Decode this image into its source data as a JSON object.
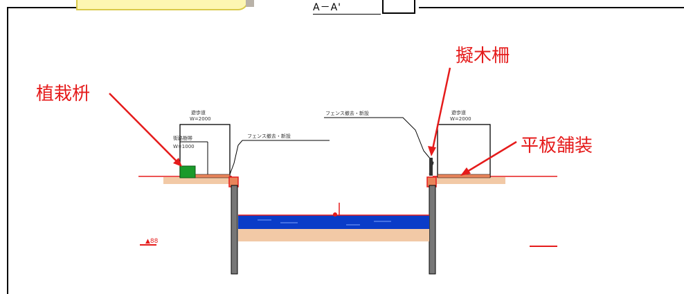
{
  "section": {
    "title": "A－A'"
  },
  "callouts": {
    "planting_box": "植栽枡",
    "pseudo_wood_fence": "擬木柵",
    "flat_paving": "平板舗装"
  },
  "drawing_labels": {
    "sidewalk_left": "遊歩道",
    "sidewalk_left_width": "W=2000",
    "planting_left": "街路樹帯",
    "planting_left_width": "W=1000",
    "fence_left": "フェンス撤去・新設",
    "fence_right": "フェンス撤去・新設",
    "sidewalk_right": "遊歩道",
    "sidewalk_right_width": "W=2000",
    "level_mark": "▲88"
  },
  "colors": {
    "callout": "#e51b1b",
    "water": "#0a3cc8",
    "soil": "#f2c9a6",
    "planting": "#1a9a2a",
    "wall": "#777777"
  }
}
